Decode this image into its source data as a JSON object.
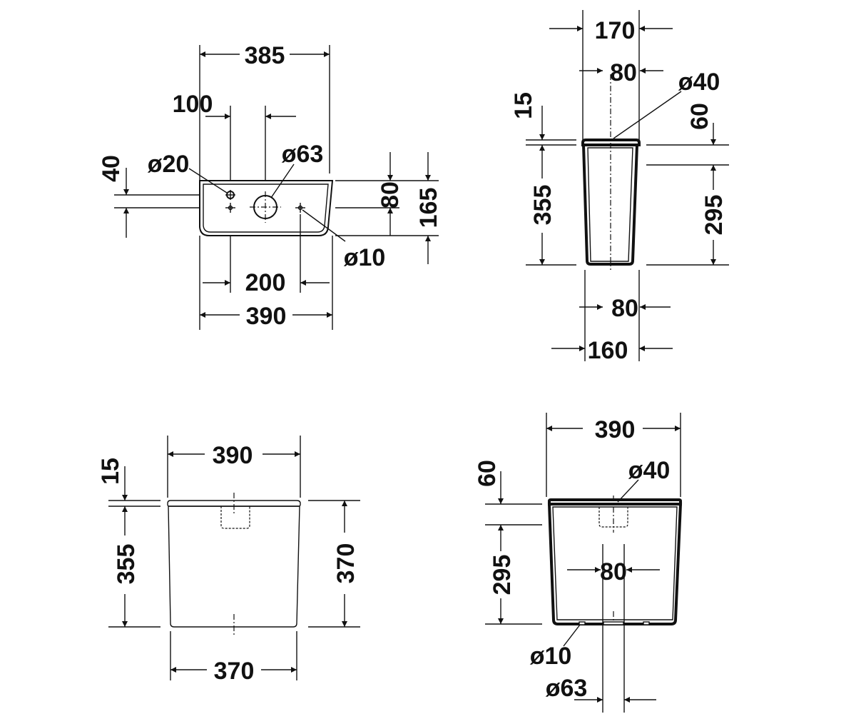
{
  "views": {
    "top_view": {
      "width_385": "385",
      "offset_100": "100",
      "dia_63": "ø63",
      "dia_20": "ø20",
      "depth_40": "40",
      "height_80": "80",
      "height_165": "165",
      "dia_10": "ø10",
      "spacing_200": "200",
      "width_390": "390"
    },
    "side_view_top_right": {
      "width_170": "170",
      "width_80_top": "80",
      "dia_40": "ø40",
      "lid_15": "15",
      "lid_60": "60",
      "height_355": "355",
      "height_295": "295",
      "width_80_bottom": "80",
      "width_160": "160"
    },
    "front_view": {
      "width_390": "390",
      "lid_15": "15",
      "height_355": "355",
      "height_370": "370",
      "base_370": "370"
    },
    "section_view": {
      "width_390": "390",
      "lid_60": "60",
      "dia_40": "ø40",
      "height_295": "295",
      "width_80": "80",
      "dia_10": "ø10",
      "dia_63": "ø63"
    }
  },
  "colors": {
    "line": "#111111",
    "background": "#ffffff"
  }
}
